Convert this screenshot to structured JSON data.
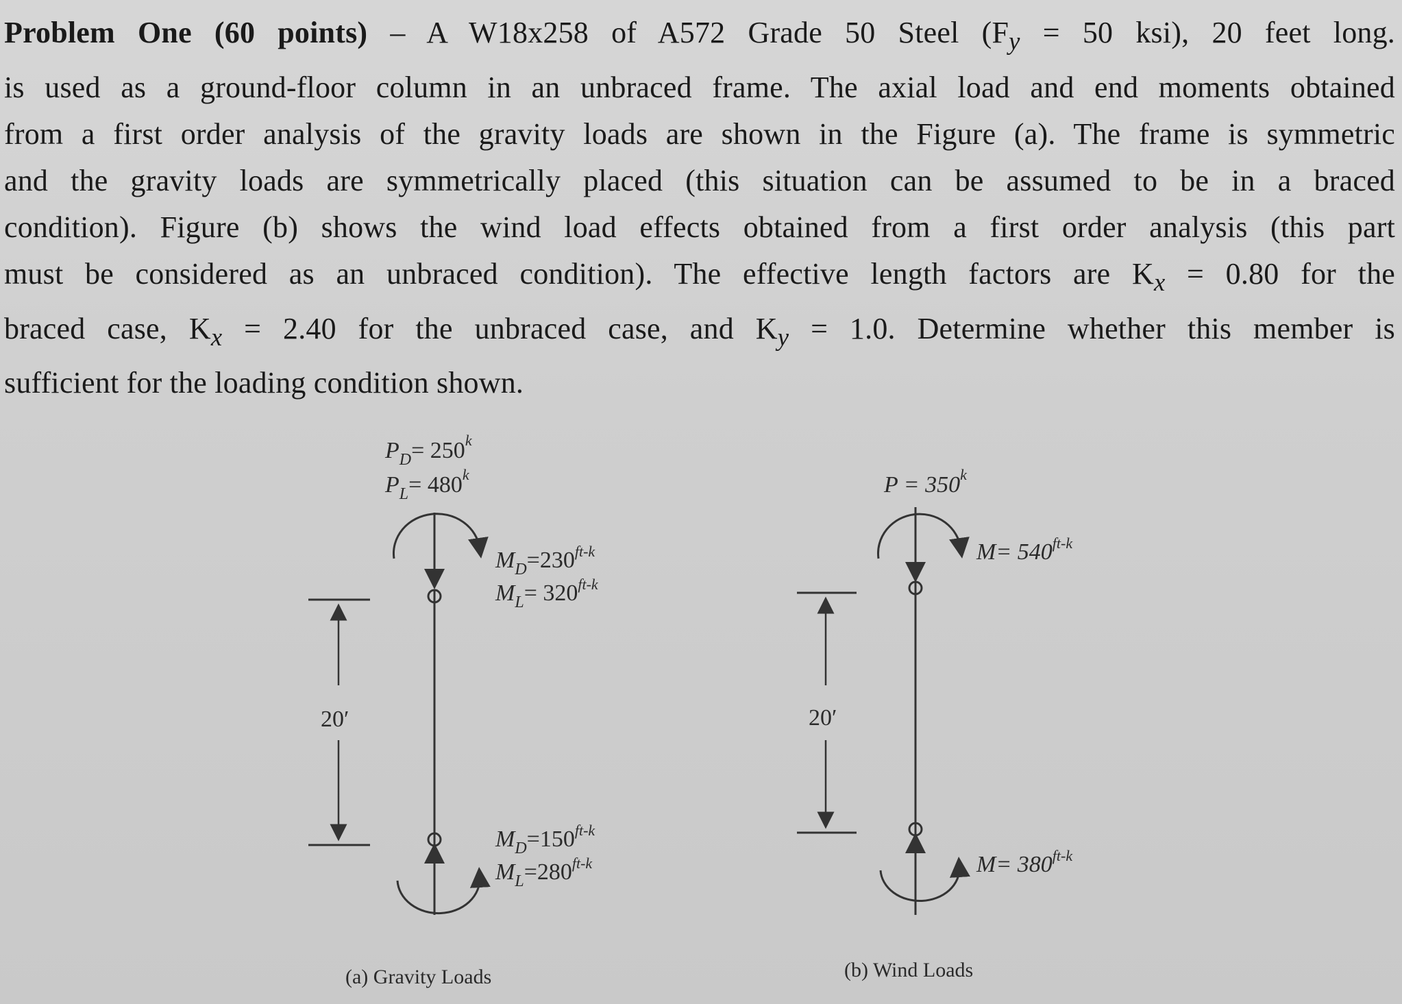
{
  "problem": {
    "heading": "Problem One (60 points)",
    "lines": [
      " – A W18x258 of A572 Grade 50 Steel (F",
      "y",
      " = 50 ksi), 20 feet long.",
      "is used as a ground-floor column in an unbraced frame. The axial load and end moments obtained",
      "from a first order analysis of the gravity loads are shown in the Figure (a). The frame is symmetric",
      "and the gravity loads are symmetrically placed (this situation can be assumed to be in a braced",
      "condition). Figure (b) shows the wind load effects obtained from a first order analysis (this part",
      "must be considered as an unbraced condition). The effective length factors are K",
      "x",
      " = 0.80 for the",
      "braced case, K",
      "x",
      " = 2.40 for the unbraced case, and K",
      "y",
      " = 1.0. Determine whether this member is",
      "sufficient for the loading condition shown."
    ]
  },
  "figure_a": {
    "pd_label": "P",
    "pd_sub": "D",
    "pd_value": "= 250",
    "pd_unit": "k",
    "pl_label": "P",
    "pl_sub": "L",
    "pl_value": "= 480",
    "pl_unit": "k",
    "top_md_label": "M",
    "top_md_sub": "D",
    "top_md_value": "=230",
    "top_md_unit": "ft-k",
    "top_ml_label": "M",
    "top_ml_sub": "L",
    "top_ml_value": "= 320",
    "top_ml_unit": "ft-k",
    "bot_md_label": "M",
    "bot_md_sub": "D",
    "bot_md_value": "=150",
    "bot_md_unit": "ft-k",
    "bot_ml_label": "M",
    "bot_ml_sub": "L",
    "bot_ml_value": "=280",
    "bot_ml_unit": "ft-k",
    "height_label": "20′",
    "caption": "(a) Gravity Loads"
  },
  "figure_b": {
    "p_label": "P = 350",
    "p_unit": "k",
    "top_m_label": "M= 540",
    "top_m_unit": "ft-k",
    "bot_m_label": "M= 380",
    "bot_m_unit": "ft-k",
    "height_label": "20′",
    "caption": "(b) Wind Loads"
  }
}
